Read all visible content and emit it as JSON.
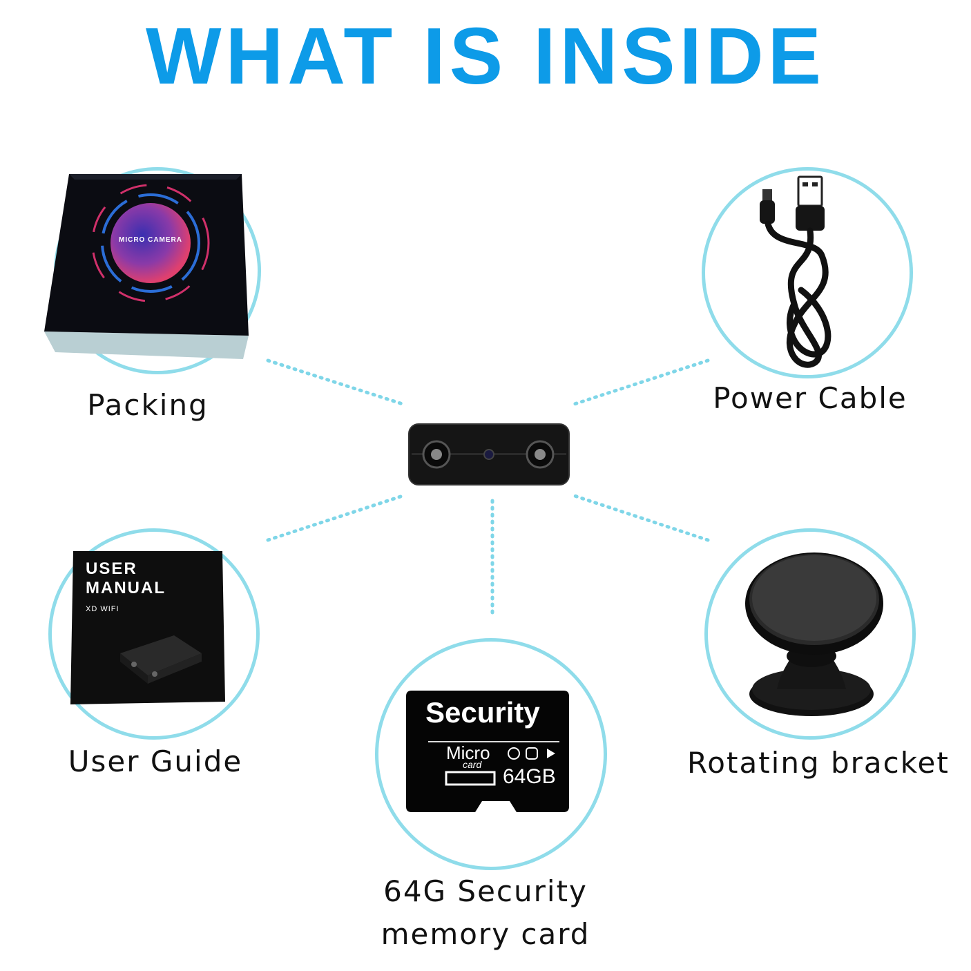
{
  "header": {
    "title": "WHAT IS INSIDE"
  },
  "items": {
    "packing": {
      "label": "Packing",
      "box_text": "MICRO CAMERA"
    },
    "power_cable": {
      "label": "Power Cable"
    },
    "user_guide": {
      "label": "User Guide",
      "manual_title_1": "USER",
      "manual_title_2": "MANUAL",
      "manual_subtitle": "XD WIFI"
    },
    "memory_card": {
      "label_line1": "64G Security",
      "label_line2": "memory card",
      "card_brand": "Security",
      "card_micro": "Micro",
      "card_type": "card",
      "card_capacity": "64GB"
    },
    "bracket": {
      "label": "Rotating bracket"
    }
  },
  "colors": {
    "title": "#0d9be8",
    "ring": "#8fdcea",
    "connector": "#7fd6e8"
  }
}
